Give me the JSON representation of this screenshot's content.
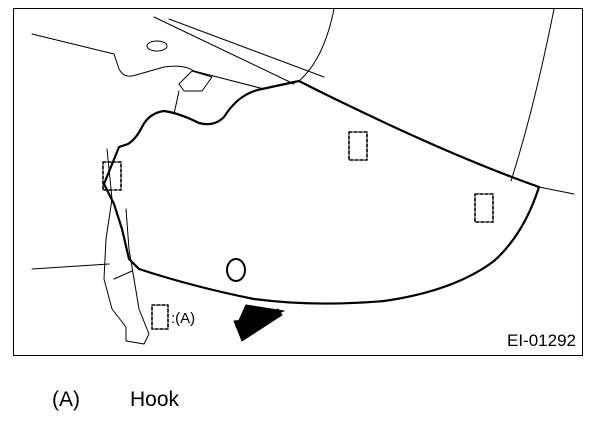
{
  "figure": {
    "id_label": "EI-01292",
    "callout_a": ":(A)"
  },
  "legend": {
    "items": [
      {
        "tag": "(A)",
        "text": "Hook"
      }
    ]
  }
}
